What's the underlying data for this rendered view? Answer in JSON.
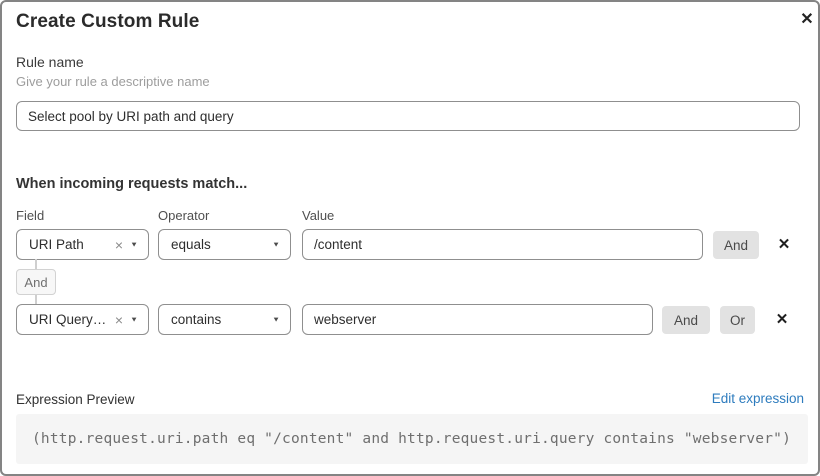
{
  "modal": {
    "title": "Create Custom Rule"
  },
  "icons": {
    "close": "✕",
    "remove_row": "✕",
    "clear_selection": "×",
    "dropdown_caret": "▼"
  },
  "rule_name": {
    "label": "Rule name",
    "helper": "Give your rule a descriptive name",
    "value": "Select pool by URI path and query"
  },
  "matcher": {
    "heading": "When incoming requests match...",
    "columns": {
      "field": "Field",
      "operator": "Operator",
      "value": "Value"
    },
    "connector": "And",
    "rows": [
      {
        "field": "URI Path",
        "operator": "equals",
        "value": "/content",
        "and_label": "And"
      },
      {
        "field": "URI Query St...",
        "operator": "contains",
        "value": "webserver",
        "and_label": "And",
        "or_label": "Or"
      }
    ]
  },
  "expression": {
    "label": "Expression Preview",
    "edit_link": "Edit expression",
    "code": "(http.request.uri.path eq \"/content\" and http.request.uri.query contains \"webserver\")"
  },
  "colors": {
    "link_blue": "#2e7cbe",
    "button_gray": "#e2e2e2",
    "border_gray": "#8f8f8f",
    "code_bg": "#f5f5f5"
  }
}
